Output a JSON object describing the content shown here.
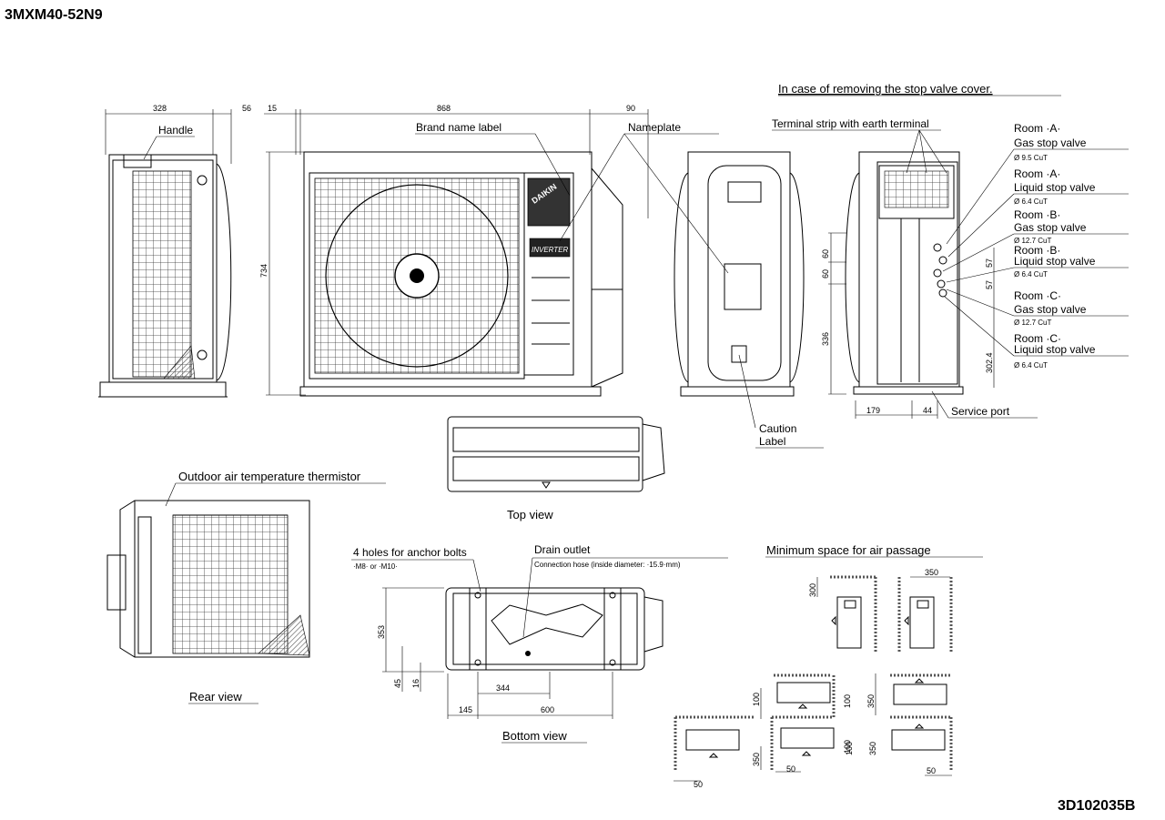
{
  "header": {
    "model": "3MXM40-52N9",
    "drawing_number": "3D102035B"
  },
  "front_group": {
    "dims": {
      "side_width": "328",
      "side_offset": "56",
      "front_offset": "15",
      "front_width": "868",
      "front_right": "90",
      "height": "734"
    },
    "labels": {
      "handle": "Handle",
      "brand_name_label": "Brand name label",
      "nameplate": "Nameplate",
      "brand_logo": "DAIKIN",
      "inverter": "INVERTER"
    }
  },
  "top_view": {
    "title": "Top view",
    "caution_label_1": "Caution",
    "caution_label_2": "Label"
  },
  "stop_valve_section": {
    "title": "In case of removing the stop valve cover.",
    "terminal_strip": "Terminal strip with earth terminal",
    "service_port": "Service port",
    "valves": [
      {
        "room": "Room ·A·",
        "valve": "Gas stop valve",
        "size": "Ø 9.5 CuT"
      },
      {
        "room": "Room ·A·",
        "valve": "Liquid stop valve",
        "size": "Ø 6.4 CuT"
      },
      {
        "room": "Room ·B·",
        "valve": "Gas stop valve",
        "size": "Ø 12.7 CuT"
      },
      {
        "room": "Room ·B·",
        "valve": "Liquid stop valve",
        "size": "Ø 6.4 CuT"
      },
      {
        "room": "Room ·C·",
        "valve": "Gas stop valve",
        "size": "Ø 12.7 CuT"
      },
      {
        "room": "Room ·C·",
        "valve": "Liquid stop valve",
        "size": "Ø 6.4 CuT"
      }
    ],
    "dims": {
      "d60a": "60",
      "d60b": "60",
      "d336": "336",
      "d57a": "57",
      "d57b": "57",
      "d302": "302.4",
      "d179": "179",
      "d44": "44"
    }
  },
  "rear_view": {
    "title": "Rear view",
    "thermistor": "Outdoor air temperature thermistor"
  },
  "bottom_view": {
    "title": "Bottom view",
    "anchor_holes": "4 holes for anchor bolts",
    "anchor_spec": "·M8· or ·M10·",
    "drain_outlet": "Drain outlet",
    "connection_hose": "Connection hose (inside diameter: ·15.9·mm)",
    "dims": {
      "d353": "353",
      "d45": "45",
      "d16": "16",
      "d344": "344",
      "d145": "145",
      "d600": "600"
    }
  },
  "min_space": {
    "title": "Minimum space for air passage",
    "dims": {
      "a300": "300",
      "a350": "350",
      "b100": "100",
      "b100b": "100",
      "b350": "350",
      "c100": "100",
      "c350": "350",
      "c100b": "100",
      "c350b": "350",
      "c50a": "50",
      "c50b": "50",
      "c50c": "50"
    }
  }
}
